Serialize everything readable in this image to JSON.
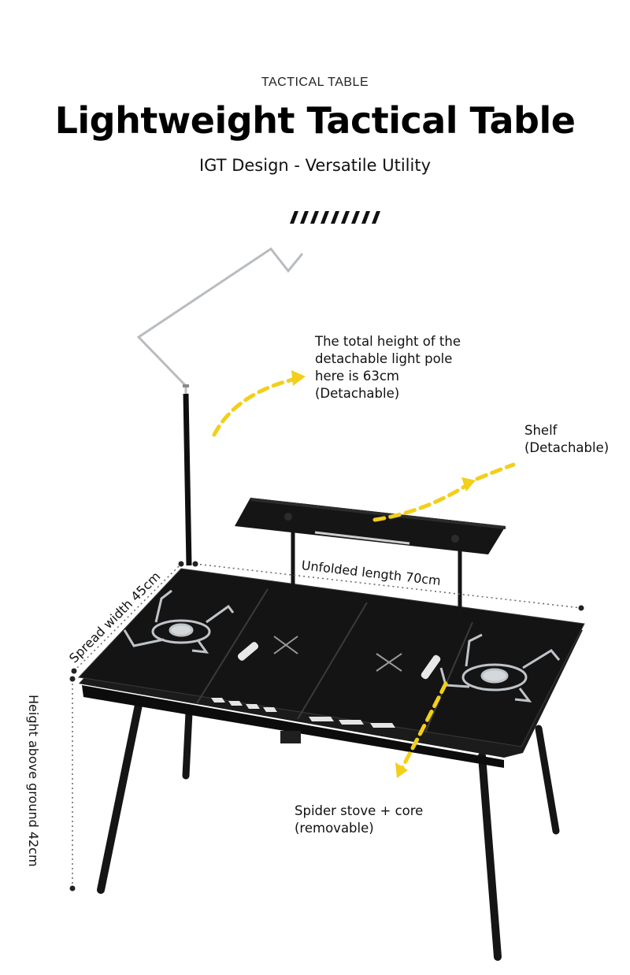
{
  "header": {
    "eyebrow": "TACTICAL TABLE",
    "title": "Lightweight Tactical Table",
    "subtitle": "IGT Design - Versatile Utility"
  },
  "callouts": {
    "light_pole": "The total height of the\ndetachable light pole\nhere is 63cm\n(Detachable)",
    "shelf": "Shelf\n(Detachable)",
    "stove": "Spider stove + core\n (removable)"
  },
  "dimensions": {
    "length": "Unfolded length 70cm",
    "width": "Spread width 45cm",
    "height": "Height above ground 42cm"
  },
  "colors": {
    "arrow": "#f2cf1b",
    "table": "#111111",
    "steel": "#b8bcc0"
  },
  "icons": [
    "diagonal-stripes-divider",
    "dashed-curved-arrow-icon"
  ]
}
